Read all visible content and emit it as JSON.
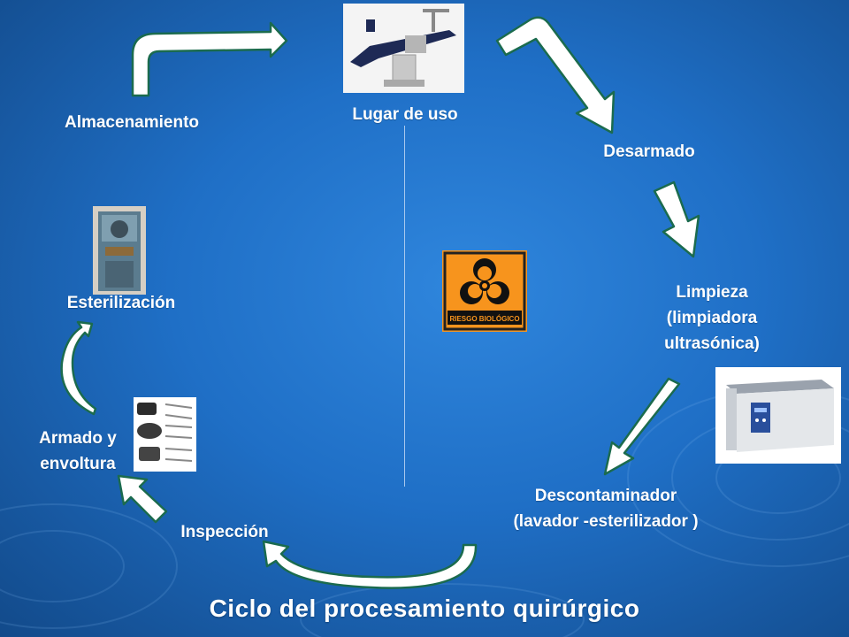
{
  "title": "Ciclo del procesamiento quirúrgico",
  "stages": {
    "lugar_de_uso": "Lugar de uso",
    "desarmado": "Desarmado",
    "limpieza": [
      "Limpieza",
      "(limpiadora",
      "ultrasónica)"
    ],
    "descontaminador": [
      "Descontaminador",
      "(lavador -esterilizador )"
    ],
    "inspeccion": "Inspección",
    "armado": [
      "Armado y",
      "envoltura"
    ],
    "esterilizacion": "Esterilización",
    "almacenamiento": "Almacenamiento"
  },
  "biohazard_sign": {
    "text": "RIESGO BIOLÓGICO",
    "color": "#f7941d"
  },
  "colors": {
    "background": "#1f6fc6",
    "arrow_fill": "#ffffff",
    "arrow_outline": "#1b6b4e",
    "text": "#ffffff"
  }
}
